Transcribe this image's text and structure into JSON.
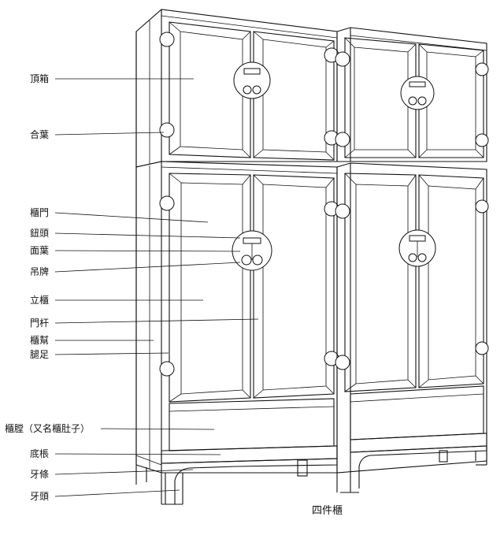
{
  "labels": {
    "top_chest": "頂箱",
    "hinge": "合葉",
    "cabinet_door": "櫃門",
    "knob": "鈕頭",
    "face_plate": "面葉",
    "pull": "吊牌",
    "cabinet": "立櫃",
    "door_stile": "門杆",
    "cabinet_side": "櫃幫",
    "leg": "腿足",
    "cabinet_belly": "櫃膛（又名櫃肚子）",
    "bottom_stretcher": "底棖",
    "apron": "牙條",
    "apron_head": "牙頭"
  },
  "caption": "四件櫃"
}
